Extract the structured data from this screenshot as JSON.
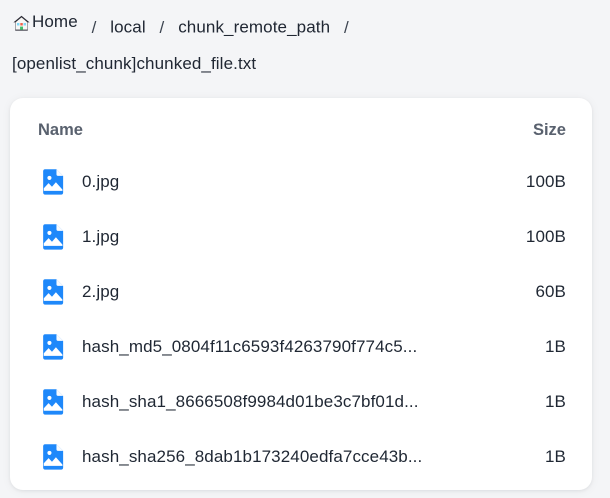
{
  "breadcrumb": {
    "home_icon": "home-icon",
    "items": [
      {
        "label": "Home",
        "icon": "home-icon"
      },
      {
        "label": "local"
      },
      {
        "label": "chunk_remote_path"
      }
    ],
    "separator": "/",
    "current": "[openlist_chunk]chunked_file.txt"
  },
  "table": {
    "columns": {
      "name": "Name",
      "size": "Size"
    },
    "rows": [
      {
        "icon": "image-file-icon",
        "name": "0.jpg",
        "size": "100B"
      },
      {
        "icon": "image-file-icon",
        "name": "1.jpg",
        "size": "100B"
      },
      {
        "icon": "image-file-icon",
        "name": "2.jpg",
        "size": "60B"
      },
      {
        "icon": "image-file-icon",
        "name": "hash_md5_0804f11c6593f4263790f774c5...",
        "size": "1B"
      },
      {
        "icon": "image-file-icon",
        "name": "hash_sha1_8666508f9984d01be3c7bf01d...",
        "size": "1B"
      },
      {
        "icon": "image-file-icon",
        "name": "hash_sha256_8dab1b173240edfa7cce43b...",
        "size": "1B"
      }
    ]
  },
  "colors": {
    "page_background": "#f4f5f7",
    "card_background": "#ffffff",
    "icon_blue": "#1e88fa",
    "text_primary": "#1f2733",
    "text_header": "#59616e"
  }
}
